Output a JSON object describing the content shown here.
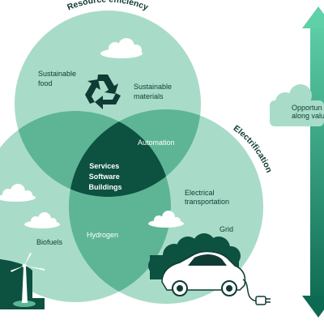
{
  "circles": {
    "top_title": "Resource efficiency",
    "right_title": "Electrification"
  },
  "labels": {
    "sustainable_food": [
      "Sustainable",
      "food"
    ],
    "sustainable_materials": [
      "Sustainable",
      "materials"
    ],
    "automation": "Automation",
    "center": [
      "Services",
      "Software",
      "Buildings"
    ],
    "hydrogen": "Hydrogen",
    "biofuels": "Biofuels",
    "electrical_transportation": [
      "Electrical",
      "transportation"
    ],
    "grid": "Grid",
    "opportunity": [
      "Opportun",
      "along valu"
    ]
  },
  "icons": {
    "recycle": "recycle-icon",
    "wind_turbine": "wind-turbine-icon",
    "car": "electric-car-icon",
    "plug": "plug-icon",
    "clouds": "cloud-icon",
    "arrow": "double-arrow-icon"
  },
  "colors": {
    "light_green": "#a8dcc8",
    "mid_green": "#5db596",
    "dark_green": "#1f7f64",
    "darkest_green": "#0d5140",
    "text_dark": "#0f3b34"
  }
}
